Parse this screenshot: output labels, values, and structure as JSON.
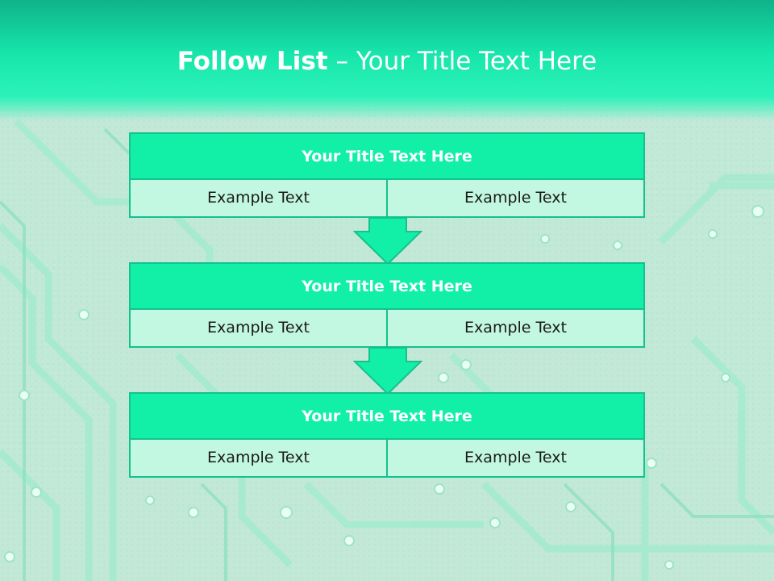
{
  "slide": {
    "title_bold": "Follow List",
    "title_rest": " – Your Title Text Here"
  },
  "blocks": [
    {
      "title": "Your Title Text Here",
      "left": "Example Text",
      "right": "Example Text"
    },
    {
      "title": "Your Title Text Here",
      "left": "Example Text",
      "right": "Example Text"
    },
    {
      "title": "Your Title Text Here",
      "left": "Example Text",
      "right": "Example Text"
    }
  ],
  "colors": {
    "accent": "#12f0a8",
    "border": "#14c28d",
    "cell": "#c2f7e2",
    "header": "#17e6ab"
  }
}
